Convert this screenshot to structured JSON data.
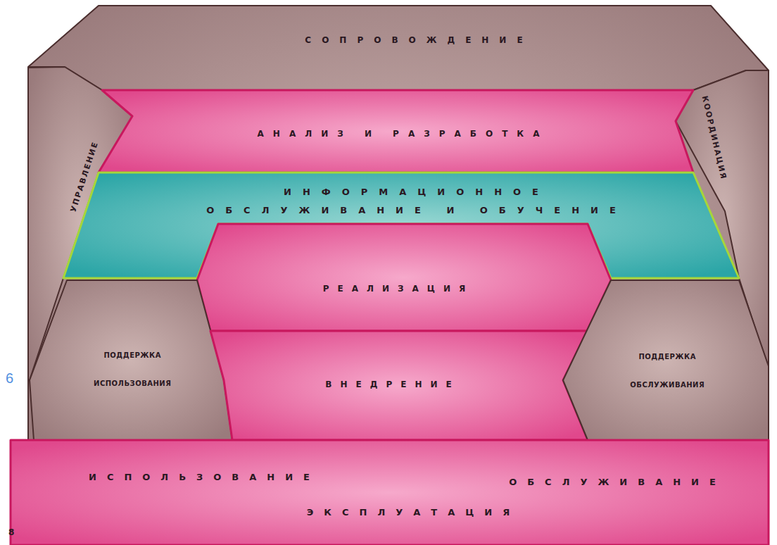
{
  "diagram": {
    "nodes": [
      {
        "text": [
          "СОПРОВОЖДЕНИЕ"
        ]
      },
      {
        "text": [
          "УПРАВЛЕНИЕ"
        ],
        "in": 0
      },
      {
        "text": [
          "КООРДИНАЦИЯ"
        ],
        "in": 0
      },
      {
        "text": [
          "АНАЛИЗ И РАЗРАБОТКА"
        ],
        "in": 0
      },
      {
        "text": [
          "ИНФОРМАЦИОННОЕ ОБСЛУЖИВАНИЕ И ОБУЧЕНИЕ"
        ],
        "in": 0
      },
      {
        "text": [
          "РЕАЛИЗАЦИЯ"
        ],
        "in": 0
      },
      {
        "text": [
          "ПОДДЕРЖКА ИСПОЛЬЗОВАНИЯ"
        ],
        "in": 0
      },
      {
        "text": [
          "ВНЕДРЕНИЕ"
        ],
        "in": 0
      },
      {
        "text": [
          "ПОДДЕРЖКА ОБСЛУЖИВАНИЯ"
        ],
        "in": 0
      },
      {
        "text": [
          "ИСПОЛЬЗОВАНИЕ",
          "ОБСЛУЖИВАНИЕ",
          "ЭКСПЛУАТАЦИЯ"
        ]
      }
    ],
    "labels": [
      "6",
      "8"
    ]
  }
}
